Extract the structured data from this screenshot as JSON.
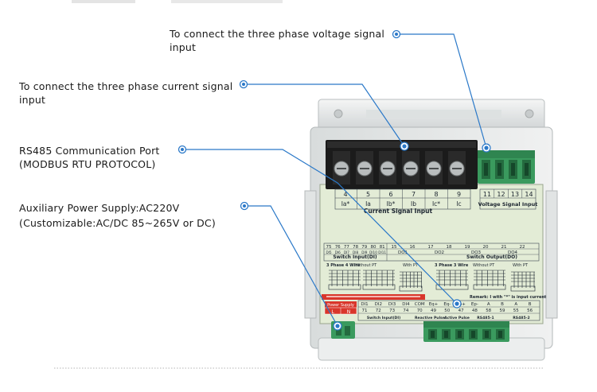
{
  "callouts": {
    "voltage": {
      "line1": "To connect the three phase voltage signal",
      "line2": "input"
    },
    "current": {
      "line1": "To connect the three phase current signal",
      "line2": "input"
    },
    "rs485": {
      "line1": "RS485 Communication Port",
      "line2": "(MODBUS RTU PROTOCOL)"
    },
    "power": {
      "line1": "Auxiliary Power Supply:AC220V",
      "line2": "(Customizable:AC/DC 85~265V or DC)"
    }
  },
  "colors": {
    "accent": "#2a78c8",
    "terminal_green": "#3a9a5e",
    "terminal_black": "#1b1b1b",
    "panel": "#e3ecd6",
    "warning": "#d9362b"
  },
  "device": {
    "current_block": {
      "numbers": [
        "4",
        "5",
        "6",
        "7",
        "8",
        "9"
      ],
      "labels": [
        "Ia*",
        "Ia",
        "Ib*",
        "Ib",
        "Ic*",
        "Ic"
      ],
      "title": "Current Signal Input"
    },
    "voltage_block": {
      "numbers": [
        "11",
        "12",
        "13",
        "14"
      ],
      "title": "Voltage Signal Input"
    },
    "switch_input": {
      "numbers": [
        "75",
        "76",
        "77",
        "78",
        "79",
        "80",
        "81"
      ],
      "labels": [
        "DI5",
        "DI6",
        "DI7",
        "DI8",
        "DI9",
        "DI10",
        "DI11"
      ],
      "title": "Switch Input(DI)"
    },
    "switch_output": {
      "numbers": [
        "15",
        "16",
        "17",
        "18",
        "19",
        "20",
        "21",
        "22"
      ],
      "labels": [
        "DO1",
        "DO2",
        "DO3",
        "DO4"
      ],
      "title": "Switch Output(DO)"
    },
    "wiring": {
      "left_a": "3 Phase 4 Wire",
      "left_b": "Without PT",
      "left_c": "With PT",
      "right_a": "3 Phase 3 Wire",
      "right_b": "Without PT",
      "right_c": "With PT"
    },
    "remark": "Remark: I with \"*\" is input current",
    "power_label": "Power Supply",
    "power_terms": [
      "L",
      "N"
    ],
    "bottom_nums": [
      "71",
      "72",
      "73",
      "74",
      "70",
      "49",
      "50",
      "47",
      "48",
      "58",
      "59",
      "55",
      "56"
    ],
    "bottom_labels": [
      "DI1",
      "DI2",
      "DI3",
      "DI4",
      "COM",
      "Eq+",
      "Eq-",
      "Ep+",
      "Ep-",
      "A",
      "B",
      "A",
      "B"
    ],
    "bottom_titles": [
      "Switch Input(DI)",
      "Reactive Pulse",
      "Active Pulse",
      "RS485-1",
      "RS485-2"
    ]
  }
}
